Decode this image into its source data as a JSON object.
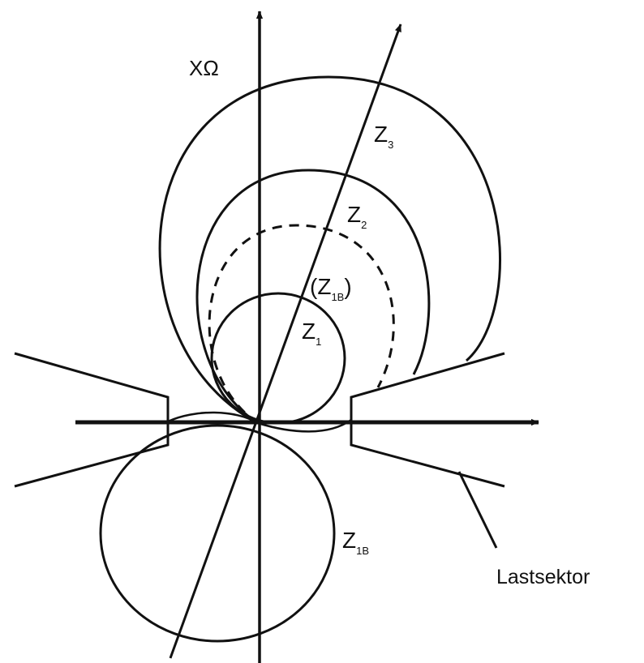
{
  "diagram": {
    "axis_y_label": "XΩ",
    "zones": [
      {
        "main": "Z",
        "sub": "3"
      },
      {
        "main": "Z",
        "sub": "2"
      },
      {
        "main": "(Z",
        "sub": "1B",
        "tail": ")"
      },
      {
        "main": "Z",
        "sub": "1"
      },
      {
        "main": "Z",
        "sub": "1B"
      }
    ],
    "load_sector_label": "Lastsektor",
    "colors": {
      "line": "#111111",
      "background": "#ffffff"
    }
  }
}
